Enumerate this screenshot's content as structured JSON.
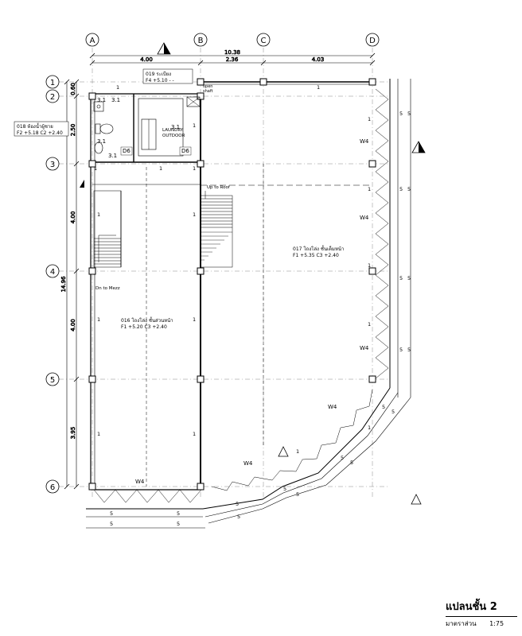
{
  "grid": {
    "columns": [
      "A",
      "B",
      "C",
      "D"
    ],
    "rows": [
      "1",
      "2",
      "3",
      "4",
      "5",
      "6"
    ]
  },
  "dimensions": {
    "total_width": "10.38",
    "col_spans": [
      "4.00",
      "2.36",
      "4.03"
    ],
    "row_spans_small": [
      "0.60",
      "2.50"
    ],
    "row_spans": [
      "4.00",
      "4.00",
      "3.95"
    ],
    "total_height": "14.96"
  },
  "rooms": {
    "r019": {
      "code": "019",
      "name": "ระเบียง",
      "spec": "F4  +5.10  -  -"
    },
    "r018": {
      "code": "018",
      "name": "ห้องน้ำผู้ชาย",
      "spec": "F2  +5.18  C2  +2.40"
    },
    "r017": {
      "code": "017",
      "name": "โถงโล่ง ชั้นเต็มหน้า",
      "spec": "F1  +5.35  C3  +2.40"
    },
    "r016": {
      "code": "016",
      "name": "โถงโล่ง ชั้นส่วนหน้า",
      "spec": "F1  +5.20  C3  +2.40"
    }
  },
  "labels": {
    "laundry_1": "LAUNDRY",
    "laundry_2": "OUTDOOR",
    "open_1": "open",
    "open_2": "shaft",
    "up_roof": "Up to Roof",
    "dn_mezz": "Dn to Mezz"
  },
  "tags": {
    "door_d6": "D6",
    "window_w4": "W4",
    "finish_31": "3.1",
    "wall_1": "1",
    "wall_5": "5"
  },
  "title": {
    "main": "แปลนชั้น 2",
    "scale_label": "มาตราส่วน",
    "scale_value": "1:75"
  }
}
